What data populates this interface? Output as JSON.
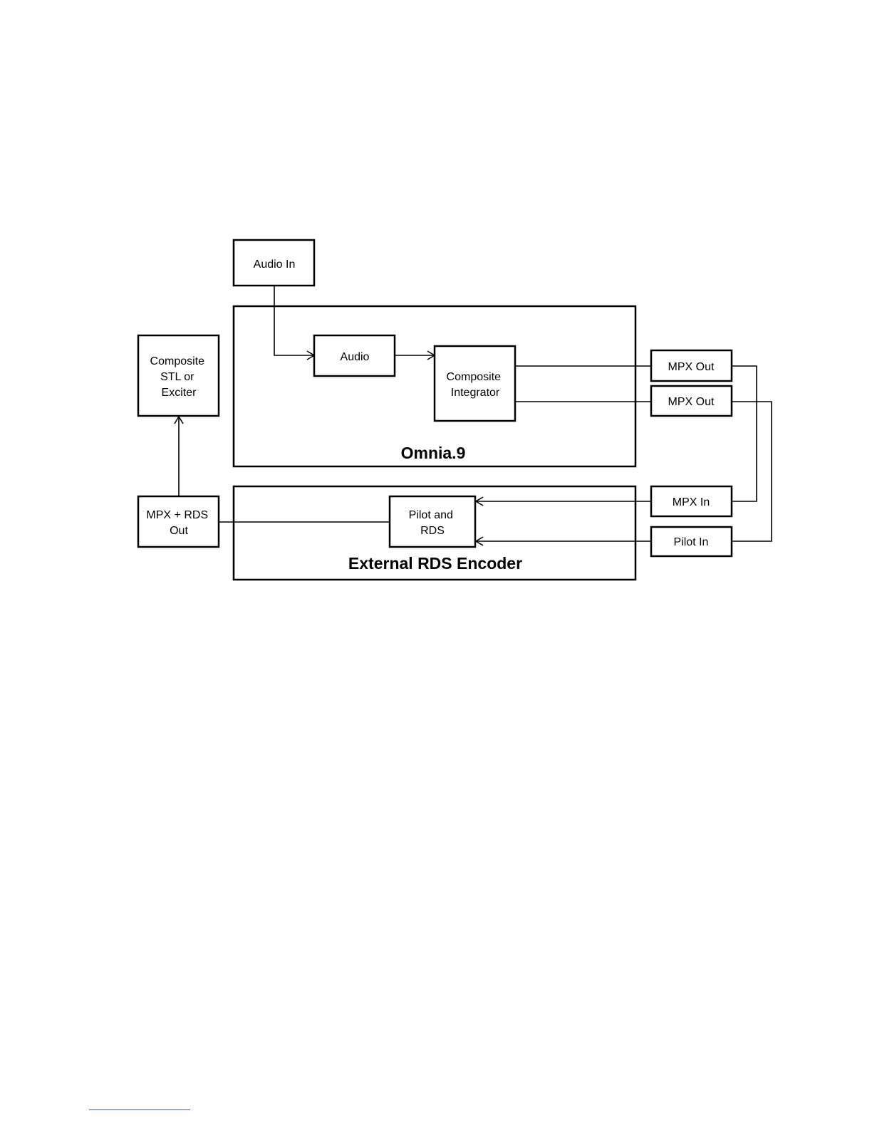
{
  "diagram": {
    "omnia_title": "Omnia.9",
    "encoder_title": "External RDS Encoder",
    "blocks": {
      "audio_in": [
        "Audio In"
      ],
      "audio": [
        "Audio"
      ],
      "composite_integrator": [
        "Composite",
        "Integrator"
      ],
      "composite_stl": [
        "Composite",
        "STL or",
        "Exciter"
      ],
      "mpx_out_1": [
        "MPX Out"
      ],
      "mpx_out_2": [
        "MPX Out"
      ],
      "mpx_in": [
        "MPX In"
      ],
      "pilot_in": [
        "Pilot In"
      ],
      "pilot_rds": [
        "Pilot and",
        "RDS"
      ],
      "mpx_rds_out": [
        "MPX + RDS",
        "Out"
      ]
    }
  },
  "colors": {
    "stroke": "#000000",
    "footnote_rule": "#3b5bc0"
  }
}
